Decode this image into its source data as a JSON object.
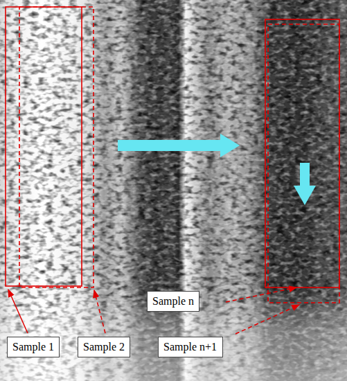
{
  "diagram": {
    "nodes": [
      {
        "text": [
          "Sample n"
        ]
      },
      {
        "text": [
          "Sample 1"
        ]
      },
      {
        "text": [
          "Sample 2"
        ]
      },
      {
        "text": [
          "Sample n+1"
        ]
      }
    ]
  }
}
